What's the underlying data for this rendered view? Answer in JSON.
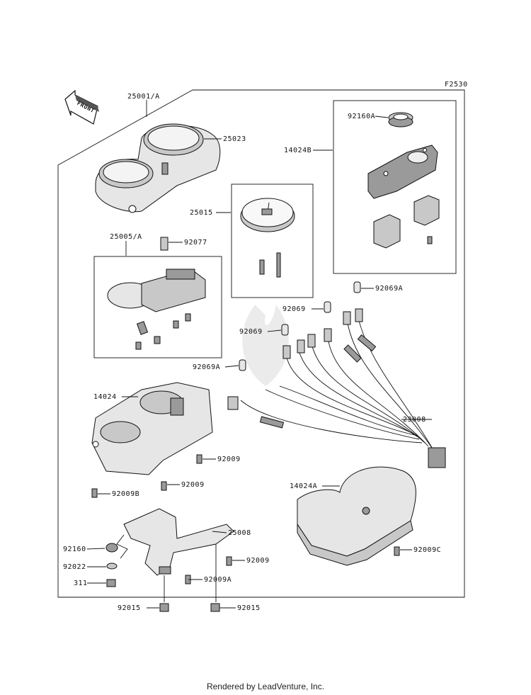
{
  "diagram": {
    "code": "F2530",
    "front_label": "FRONT",
    "labels": [
      {
        "id": "25001A",
        "text": "25001/A"
      },
      {
        "id": "25023",
        "text": "25023"
      },
      {
        "id": "92160A",
        "text": "92160A"
      },
      {
        "id": "14024B",
        "text": "14024B"
      },
      {
        "id": "25015",
        "text": "25015"
      },
      {
        "id": "25005A",
        "text": "25005/A"
      },
      {
        "id": "92077",
        "text": "92077"
      },
      {
        "id": "92069A_1",
        "text": "92069A"
      },
      {
        "id": "92069_1",
        "text": "92069"
      },
      {
        "id": "92069_2",
        "text": "92069"
      },
      {
        "id": "92069A_2",
        "text": "92069A"
      },
      {
        "id": "14024",
        "text": "14024"
      },
      {
        "id": "23008",
        "text": "23008"
      },
      {
        "id": "92009_1",
        "text": "92009"
      },
      {
        "id": "92009_2",
        "text": "92009"
      },
      {
        "id": "92009B",
        "text": "92009B"
      },
      {
        "id": "14024A",
        "text": "14024A"
      },
      {
        "id": "25008",
        "text": "25008"
      },
      {
        "id": "92160",
        "text": "92160"
      },
      {
        "id": "92009_3",
        "text": "92009"
      },
      {
        "id": "92022",
        "text": "92022"
      },
      {
        "id": "92009C",
        "text": "92009C"
      },
      {
        "id": "311",
        "text": "311"
      },
      {
        "id": "92009A",
        "text": "92009A"
      },
      {
        "id": "92015_1",
        "text": "92015"
      },
      {
        "id": "92015_2",
        "text": "92015"
      }
    ]
  },
  "footer": "Rendered by LeadVenture, Inc."
}
